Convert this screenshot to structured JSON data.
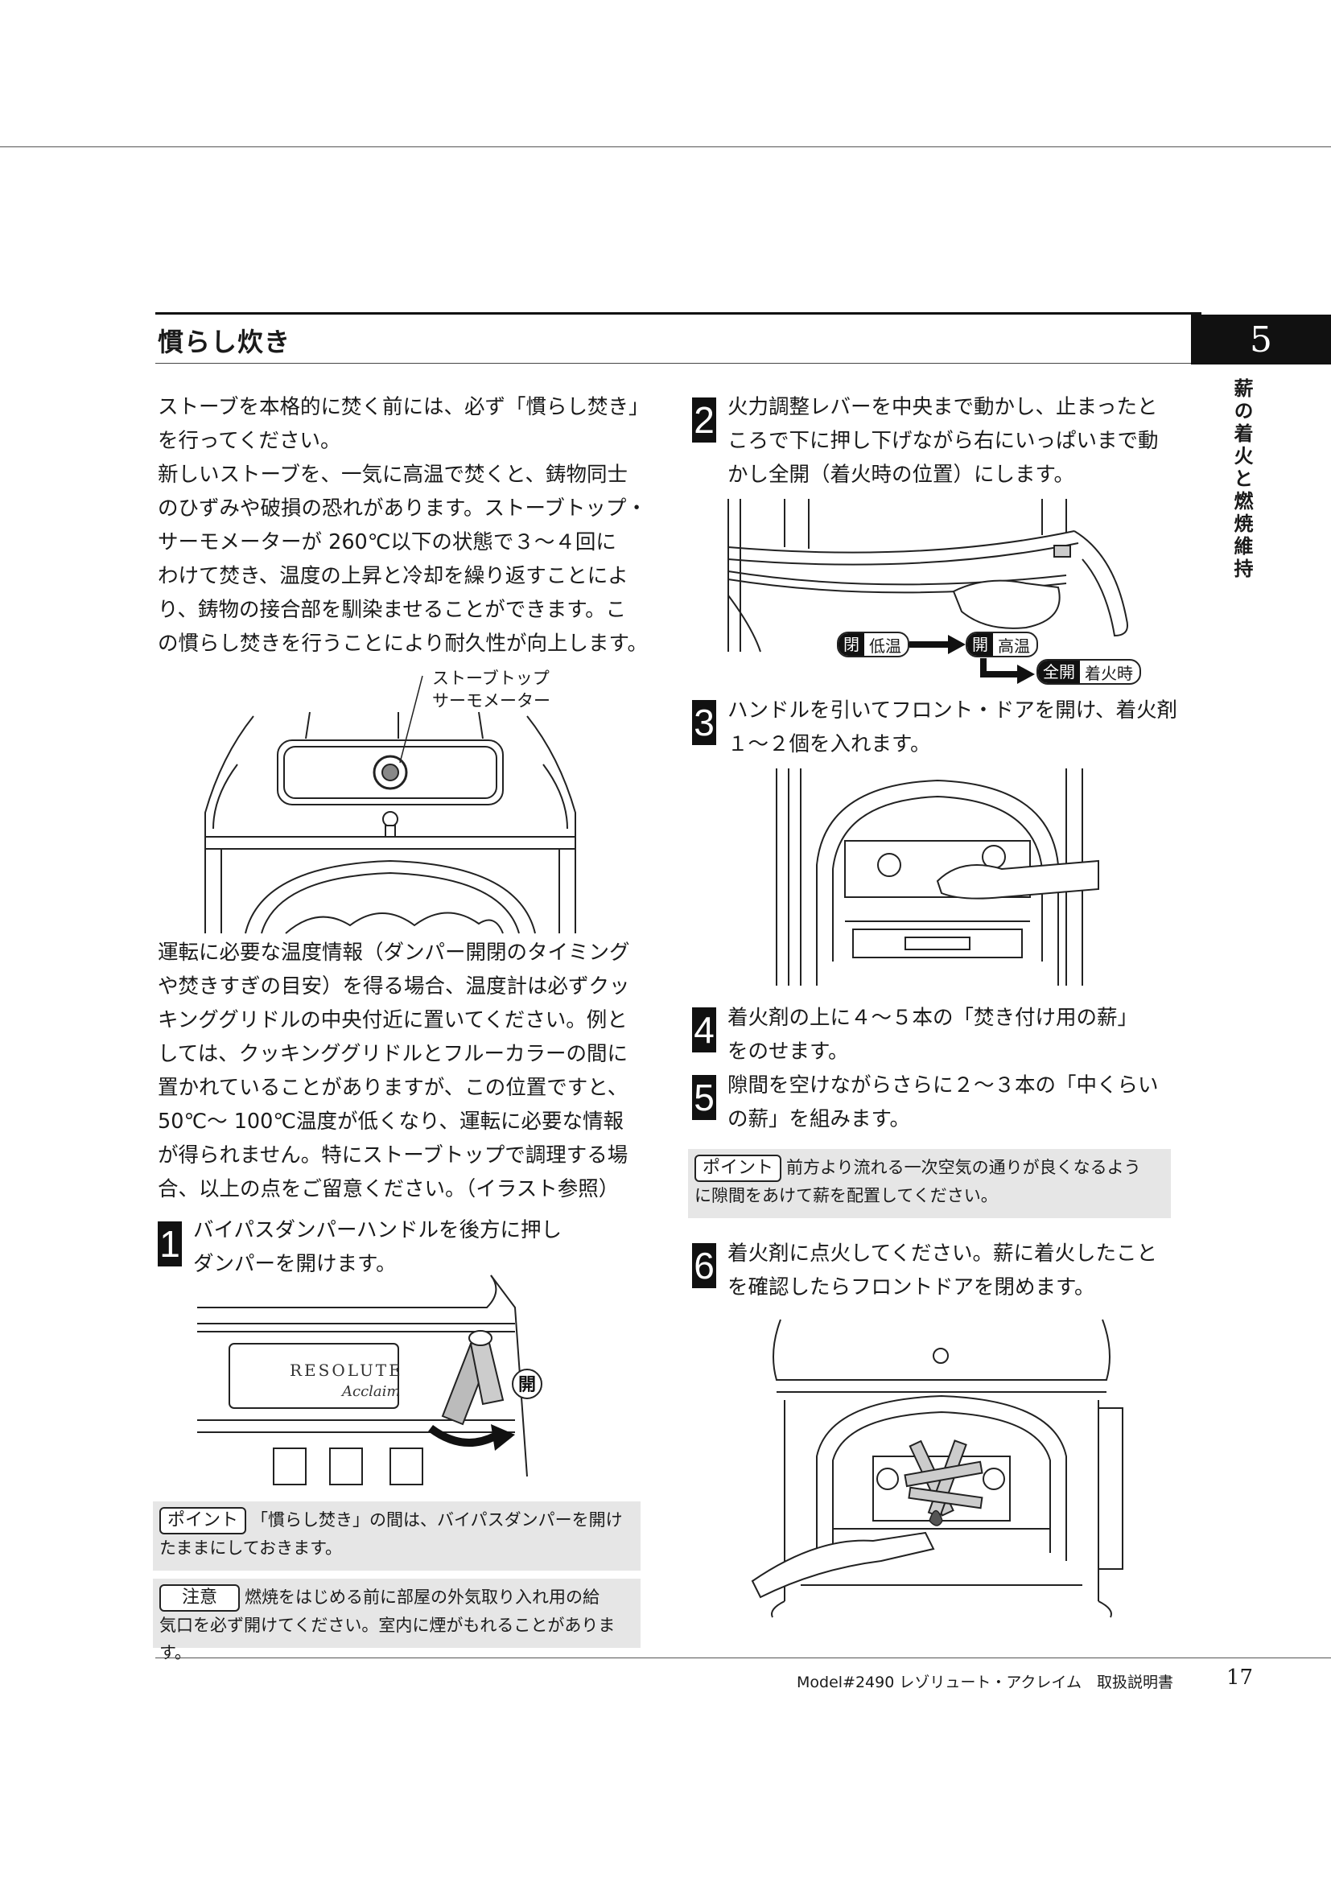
{
  "section": {
    "title": "慣らし炊き",
    "chapter_number": "5",
    "chapter_title": "薪の着火と燃焼維持"
  },
  "intro": {
    "lines": [
      "ストーブを本格的に焚く前には、必ず「慣らし焚き」",
      "を行ってください。",
      "新しいストーブを、一気に高温で焚くと、鋳物同士",
      "のひずみや破損の恐れがあります。ストーブトップ・",
      "サーモメーターが 260℃以下の状態で３～４回に",
      "わけて焚き、温度の上昇と冷却を繰り返すことによ",
      "り、鋳物の接合部を馴染ませることができます。こ",
      "の慣らし焚きを行うことにより耐久性が向上します。"
    ]
  },
  "thermometer_label": {
    "line1": "ストーブトップ",
    "line2": "サーモメーター"
  },
  "temperature_note": {
    "lines": [
      "運転に必要な温度情報（ダンパー開閉のタイミング",
      "や焚きすぎの目安）を得る場合、温度計は必ずクッ",
      "キンググリドルの中央付近に置いてください。例と",
      "しては、クッキンググリドルとフルーカラーの間に",
      "置かれていることがありますが、この位置ですと、",
      "50℃～ 100℃温度が低くなり、運転に必要な情報",
      "が得られません。特にストーブトップで調理する場",
      "合、以上の点をご留意ください。（イラスト参照）"
    ]
  },
  "steps": [
    {
      "num": "1",
      "lines": [
        "バイパスダンパーハンドルを後方に押し",
        "ダンパーを開けます。"
      ]
    },
    {
      "num": "2",
      "lines": [
        "火力調整レバーを中央まで動かし、止まったと",
        "ころで下に押し下げながら右にいっぱいまで動",
        "かし全開（着火時の位置）にします。"
      ]
    },
    {
      "num": "3",
      "lines": [
        "ハンドルを引いてフロント・ドアを開け、着火剤",
        "１～２個を入れます。"
      ]
    },
    {
      "num": "4",
      "lines": [
        "着火剤の上に４～５本の「焚き付け用の薪」",
        "をのせます。"
      ]
    },
    {
      "num": "5",
      "lines": [
        "隙間を空けながらさらに２～３本の「中くらい",
        "の薪」を組みます。"
      ]
    },
    {
      "num": "6",
      "lines": [
        "着火剤に点火してください。薪に着火したこと",
        "を確認したらフロントドアを閉めます。"
      ]
    }
  ],
  "figure1": {
    "brand1": "RESOLUTE",
    "brand2": "Acclaim",
    "open_label": "開"
  },
  "lever_labels": {
    "closed_key": "閉",
    "closed_text": "低温",
    "open_key": "開",
    "open_text": "高温",
    "full_key": "全開",
    "full_text": "着火時"
  },
  "notes": {
    "point1_tag": "ポイント",
    "point1_line1": "「慣らし焚き」の間は、バイパスダンパーを開け",
    "point1_line2": "たままにしておきます。",
    "caution_tag": "注意",
    "caution_line1": "燃焼をはじめる前に部屋の外気取り入れ用の給",
    "caution_line2": "気口を必ず開けてください。室内に煙がもれることがあります。",
    "point2_tag": "ポイント",
    "point2_line1": "前方より流れる一次空気の通りが良くなるよう",
    "point2_line2": "に隙間をあけて薪を配置してください。"
  },
  "footer": {
    "text": "Model#2490 レゾリュート・アクレイム　取扱説明書",
    "page": "17"
  }
}
